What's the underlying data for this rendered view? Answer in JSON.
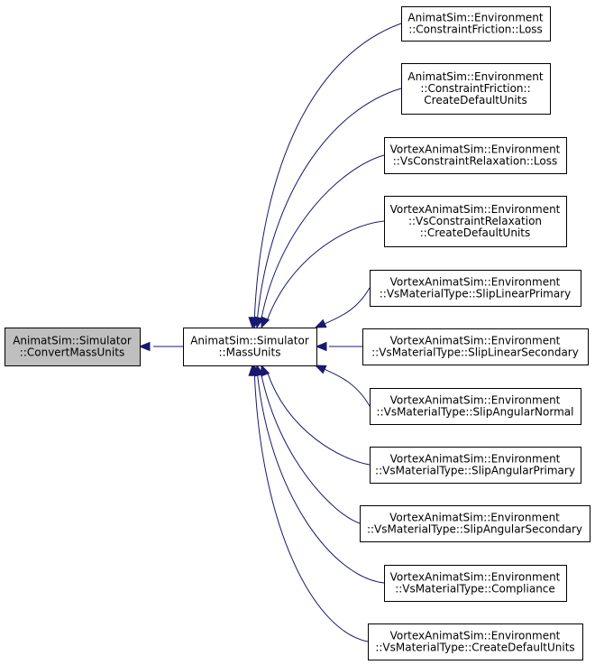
{
  "colors": {
    "node_border": "#000000",
    "node_fill": "#ffffff",
    "focus_fill": "#bfbfbf",
    "edge": "#191970",
    "text": "#000000"
  },
  "diagram": {
    "focus": {
      "id": "focus",
      "lines": [
        "AnimatSim::Simulator",
        "::ConvertMassUnits"
      ]
    },
    "hub": {
      "id": "hub",
      "lines": [
        "AnimatSim::Simulator",
        "::MassUnits"
      ]
    },
    "callers": [
      {
        "id": "c0",
        "lines": [
          "AnimatSim::Environment",
          "::ConstraintFriction::Loss"
        ]
      },
      {
        "id": "c1",
        "lines": [
          "AnimatSim::Environment",
          "::ConstraintFriction::",
          "CreateDefaultUnits"
        ]
      },
      {
        "id": "c2",
        "lines": [
          "VortexAnimatSim::Environment",
          "::VsConstraintRelaxation::Loss"
        ]
      },
      {
        "id": "c3",
        "lines": [
          "VortexAnimatSim::Environment",
          "::VsConstraintRelaxation",
          "::CreateDefaultUnits"
        ]
      },
      {
        "id": "c4",
        "lines": [
          "VortexAnimatSim::Environment",
          "::VsMaterialType::SlipLinearPrimary"
        ]
      },
      {
        "id": "c5",
        "lines": [
          "VortexAnimatSim::Environment",
          "::VsMaterialType::SlipLinearSecondary"
        ]
      },
      {
        "id": "c6",
        "lines": [
          "VortexAnimatSim::Environment",
          "::VsMaterialType::SlipAngularNormal"
        ]
      },
      {
        "id": "c7",
        "lines": [
          "VortexAnimatSim::Environment",
          "::VsMaterialType::SlipAngularPrimary"
        ]
      },
      {
        "id": "c8",
        "lines": [
          "VortexAnimatSim::Environment",
          "::VsMaterialType::SlipAngularSecondary"
        ]
      },
      {
        "id": "c9",
        "lines": [
          "VortexAnimatSim::Environment",
          "::VsMaterialType::Compliance"
        ]
      },
      {
        "id": "c10",
        "lines": [
          "VortexAnimatSim::Environment",
          "::VsMaterialType::CreateDefaultUnits"
        ]
      }
    ]
  }
}
